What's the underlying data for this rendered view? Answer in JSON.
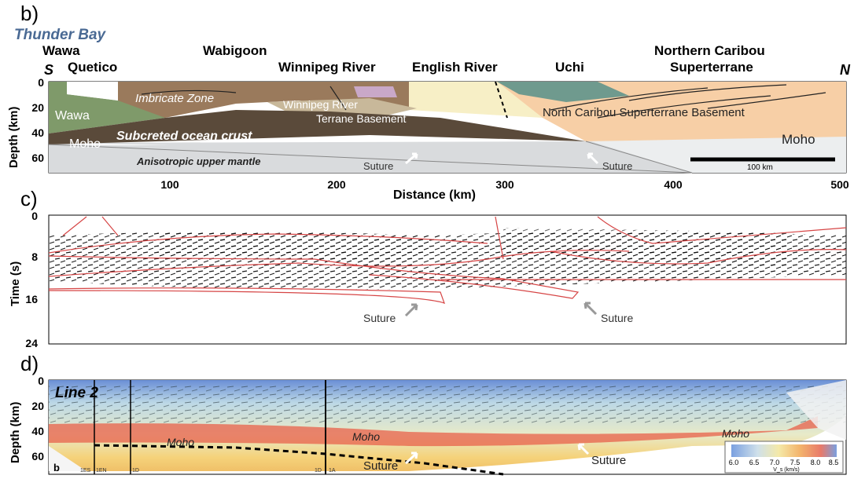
{
  "panel_b": {
    "letter": "b)",
    "city": "Thunder Bay",
    "terranes": {
      "wawa_top": "Wawa",
      "quetico": "Quetico",
      "wabigoon": "Wabigoon",
      "winnipeg_river": "Winnipeg River",
      "english_river": "English River",
      "uchi": "Uchi",
      "ncs_line1": "Northern Caribou",
      "ncs_line2": "Superterrane"
    },
    "south": "S",
    "north": "N",
    "inner": {
      "imbricate": "Imbricate Zone",
      "wawa": "Wawa",
      "wr_basement_1": "Winnipeg River",
      "wr_basement_2": "Terrane Basement",
      "ncs_basement": "North Caribou Superterrane Basement",
      "moho_left": "Moho",
      "subcreted": "Subcreted ocean crust",
      "moho_right": "Moho",
      "mantle": "Anisotropic upper mantle",
      "suture_1": "Suture",
      "suture_2": "Suture",
      "scale": "100 km"
    },
    "ylabel": "Depth (km)",
    "yticks": [
      "0",
      "20",
      "40",
      "60"
    ],
    "xlabel": "Distance (km)",
    "xticks": [
      "100",
      "200",
      "300",
      "400",
      "500"
    ]
  },
  "panel_c": {
    "letter": "c)",
    "ylabel": "Time (s)",
    "yticks": [
      "0",
      "8",
      "16",
      "24"
    ],
    "suture_1": "Suture",
    "suture_2": "Suture"
  },
  "panel_d": {
    "letter": "d)",
    "line_label": "Line 2",
    "ylabel": "Depth (km)",
    "yticks": [
      "0",
      "20",
      "40",
      "60"
    ],
    "moho_1": "Moho",
    "moho_2": "Moho",
    "moho_3": "Moho",
    "suture_1": "Suture",
    "suture_2": "Suture",
    "corner_b": "b",
    "segments": [
      "1ES",
      "1EN",
      "1D",
      "1D",
      "1A"
    ],
    "colorbar": {
      "ticks": [
        "6.0",
        "6.5",
        "7.0",
        "7.5",
        "8.0",
        "8.5"
      ],
      "unit": "V_s (km/s)"
    }
  },
  "colors": {
    "wawa_green": "#7f9a6a",
    "quetico_brown": "#a8876a",
    "wabigoon_brown": "#9a7a5c",
    "ocean_crust": "#5a4a3a",
    "english_cream": "#f7efc6",
    "ncs_peach": "#f7cfa6",
    "mantle_grey": "#d9dbdd",
    "uchi_teal": "#6f9a8e",
    "red_line": "#d64545",
    "title_blue": "#4a6a94"
  }
}
